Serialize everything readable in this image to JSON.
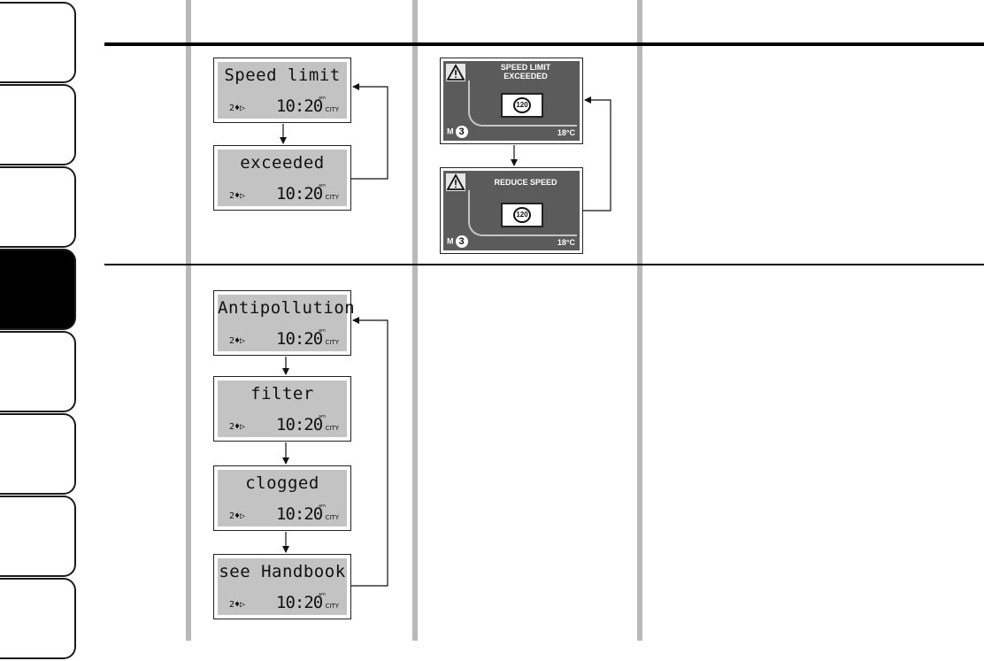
{
  "lcd_common": {
    "odometer": "2♦▷",
    "time": "10:20",
    "ampm": "am",
    "mode": "CITY"
  },
  "tft_common": {
    "gear_label": "M",
    "gear": "3",
    "temperature": "18°C",
    "sign_value": "120"
  },
  "row1": {
    "lcd1": {
      "message": "Speed limit"
    },
    "lcd2": {
      "message": "exceeded"
    },
    "tft1": {
      "title_line1": "SPEED LIMIT",
      "title_line2": "EXCEEDED"
    },
    "tft2": {
      "title_line1": "REDUCE SPEED",
      "title_line2": ""
    }
  },
  "row2": {
    "lcd1": {
      "message": "Antipollution"
    },
    "lcd2": {
      "message": "filter"
    },
    "lcd3": {
      "message": "clogged"
    },
    "lcd4": {
      "message": "see Handbook"
    }
  },
  "icons": {
    "warning": "warning-triangle-icon",
    "speed_sign": "speed-limit-sign-icon"
  }
}
